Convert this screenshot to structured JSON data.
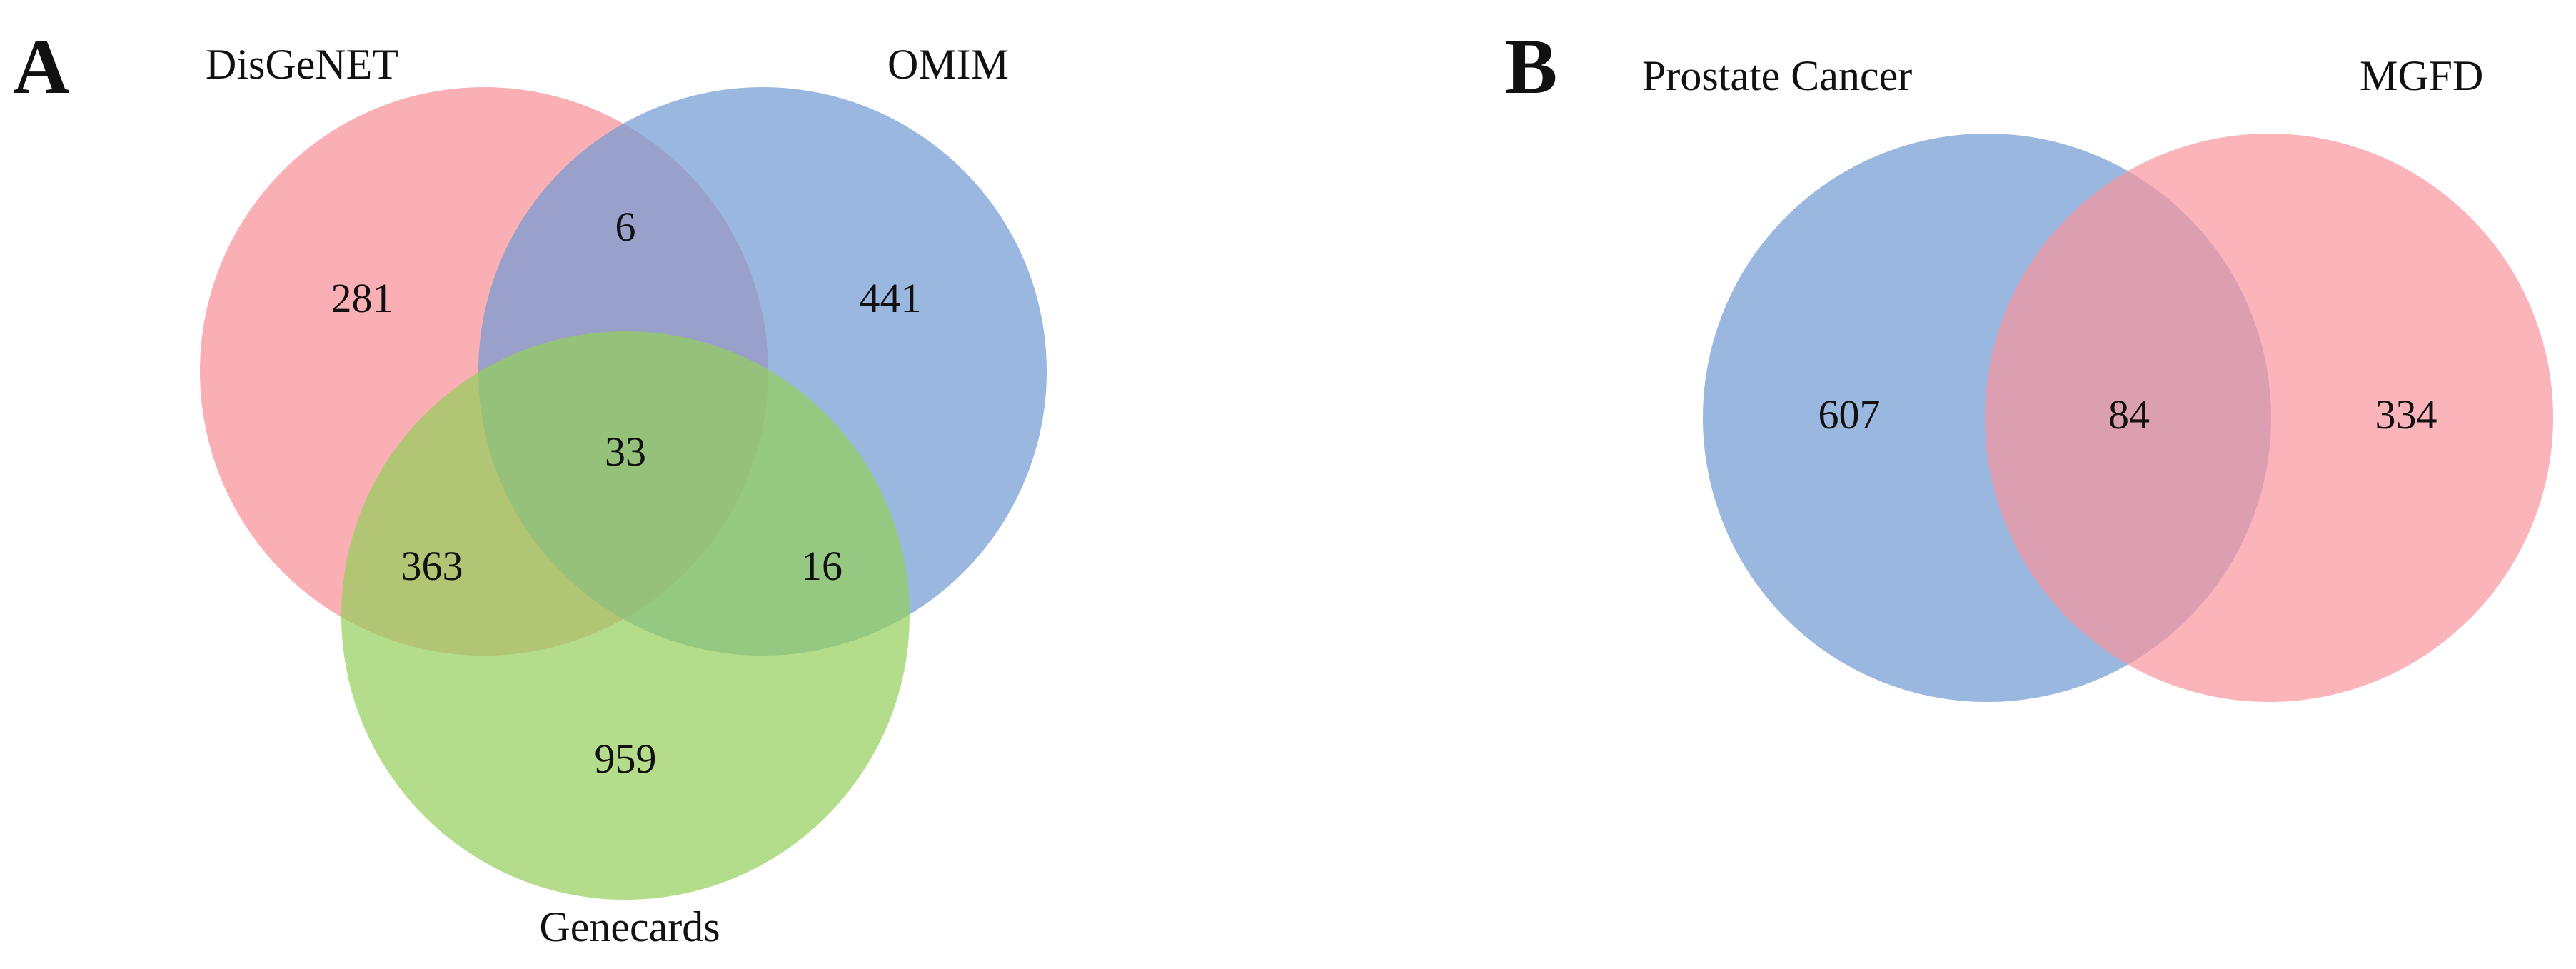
{
  "colors": {
    "red": "#f8949c",
    "blue": "#6f9ad2",
    "green": "#93cf59"
  },
  "chart_data": [
    {
      "type": "venn",
      "panel": "A",
      "sets": [
        {
          "key": "disgenet",
          "name": "DisGeNET",
          "color": "#f8949c"
        },
        {
          "key": "omim",
          "name": "OMIM",
          "color": "#6f9ad2"
        },
        {
          "key": "genecards",
          "name": "Genecards",
          "color": "#93cf59"
        }
      ],
      "regions": [
        {
          "key": "disgenet_only",
          "sets": [
            "DisGeNET"
          ],
          "value": 281
        },
        {
          "key": "omim_only",
          "sets": [
            "OMIM"
          ],
          "value": 441
        },
        {
          "key": "disgenet_omim",
          "sets": [
            "DisGeNET",
            "OMIM"
          ],
          "value": 6
        },
        {
          "key": "all_three",
          "sets": [
            "DisGeNET",
            "OMIM",
            "Genecards"
          ],
          "value": 33
        },
        {
          "key": "disgenet_genecards",
          "sets": [
            "DisGeNET",
            "Genecards"
          ],
          "value": 363
        },
        {
          "key": "omim_genecards",
          "sets": [
            "OMIM",
            "Genecards"
          ],
          "value": 16
        },
        {
          "key": "genecards_only",
          "sets": [
            "Genecards"
          ],
          "value": 959
        }
      ]
    },
    {
      "type": "venn",
      "panel": "B",
      "sets": [
        {
          "key": "prostate",
          "name": "Prostate Cancer",
          "color": "#6f9ad2"
        },
        {
          "key": "mgfd",
          "name": "MGFD",
          "color": "#f8949c"
        }
      ],
      "regions": [
        {
          "key": "prostate_only",
          "sets": [
            "Prostate Cancer"
          ],
          "value": 607
        },
        {
          "key": "both",
          "sets": [
            "Prostate Cancer",
            "MGFD"
          ],
          "value": 84
        },
        {
          "key": "mgfd_only",
          "sets": [
            "MGFD"
          ],
          "value": 334
        }
      ]
    }
  ]
}
